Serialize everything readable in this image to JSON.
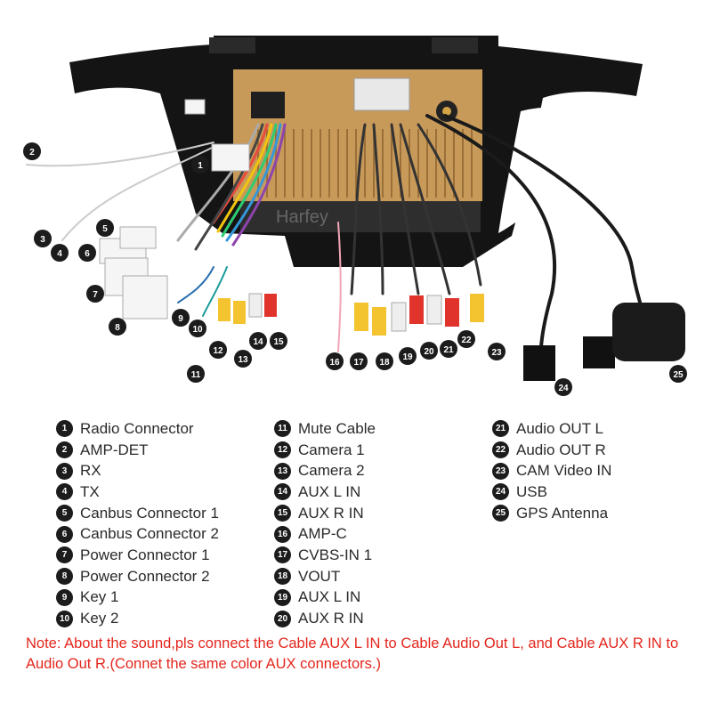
{
  "figure": {
    "brand": "Harfey",
    "callouts": [
      "1",
      "2",
      "3",
      "4",
      "5",
      "6",
      "7",
      "8",
      "9",
      "10",
      "11",
      "12",
      "13",
      "14",
      "15",
      "16",
      "17",
      "18",
      "19",
      "20",
      "21",
      "22",
      "23",
      "24",
      "25"
    ]
  },
  "legend": {
    "col1": [
      {
        "num": "1",
        "label": "Radio Connector"
      },
      {
        "num": "2",
        "label": "AMP-DET"
      },
      {
        "num": "3",
        "label": "RX"
      },
      {
        "num": "4",
        "label": "TX"
      },
      {
        "num": "5",
        "label": "Canbus Connector 1"
      },
      {
        "num": "6",
        "label": "Canbus Connector 2"
      },
      {
        "num": "7",
        "label": "Power Connector 1"
      },
      {
        "num": "8",
        "label": "Power Connector 2"
      },
      {
        "num": "9",
        "label": "Key 1"
      },
      {
        "num": "10",
        "label": "Key 2"
      }
    ],
    "col2": [
      {
        "num": "11",
        "label": "Mute Cable"
      },
      {
        "num": "12",
        "label": "Camera 1"
      },
      {
        "num": "13",
        "label": "Camera 2"
      },
      {
        "num": "14",
        "label": "AUX L IN"
      },
      {
        "num": "15",
        "label": "AUX R IN"
      },
      {
        "num": "16",
        "label": "AMP-C"
      },
      {
        "num": "17",
        "label": "CVBS-IN 1"
      },
      {
        "num": "18",
        "label": "VOUT"
      },
      {
        "num": "19",
        "label": "AUX L IN"
      },
      {
        "num": "20",
        "label": "AUX R IN"
      }
    ],
    "col3": [
      {
        "num": "21",
        "label": "Audio OUT L"
      },
      {
        "num": "22",
        "label": "Audio OUT R"
      },
      {
        "num": "23",
        "label": "CAM Video IN"
      },
      {
        "num": "24",
        "label": "USB"
      },
      {
        "num": "25",
        "label": "GPS Antenna"
      }
    ]
  },
  "note": "Note: About the sound,pls connect the Cable AUX L IN to Cable Audio Out L, and Cable AUX R IN to  Audio Out R.(Connet the same color AUX connectors.)"
}
